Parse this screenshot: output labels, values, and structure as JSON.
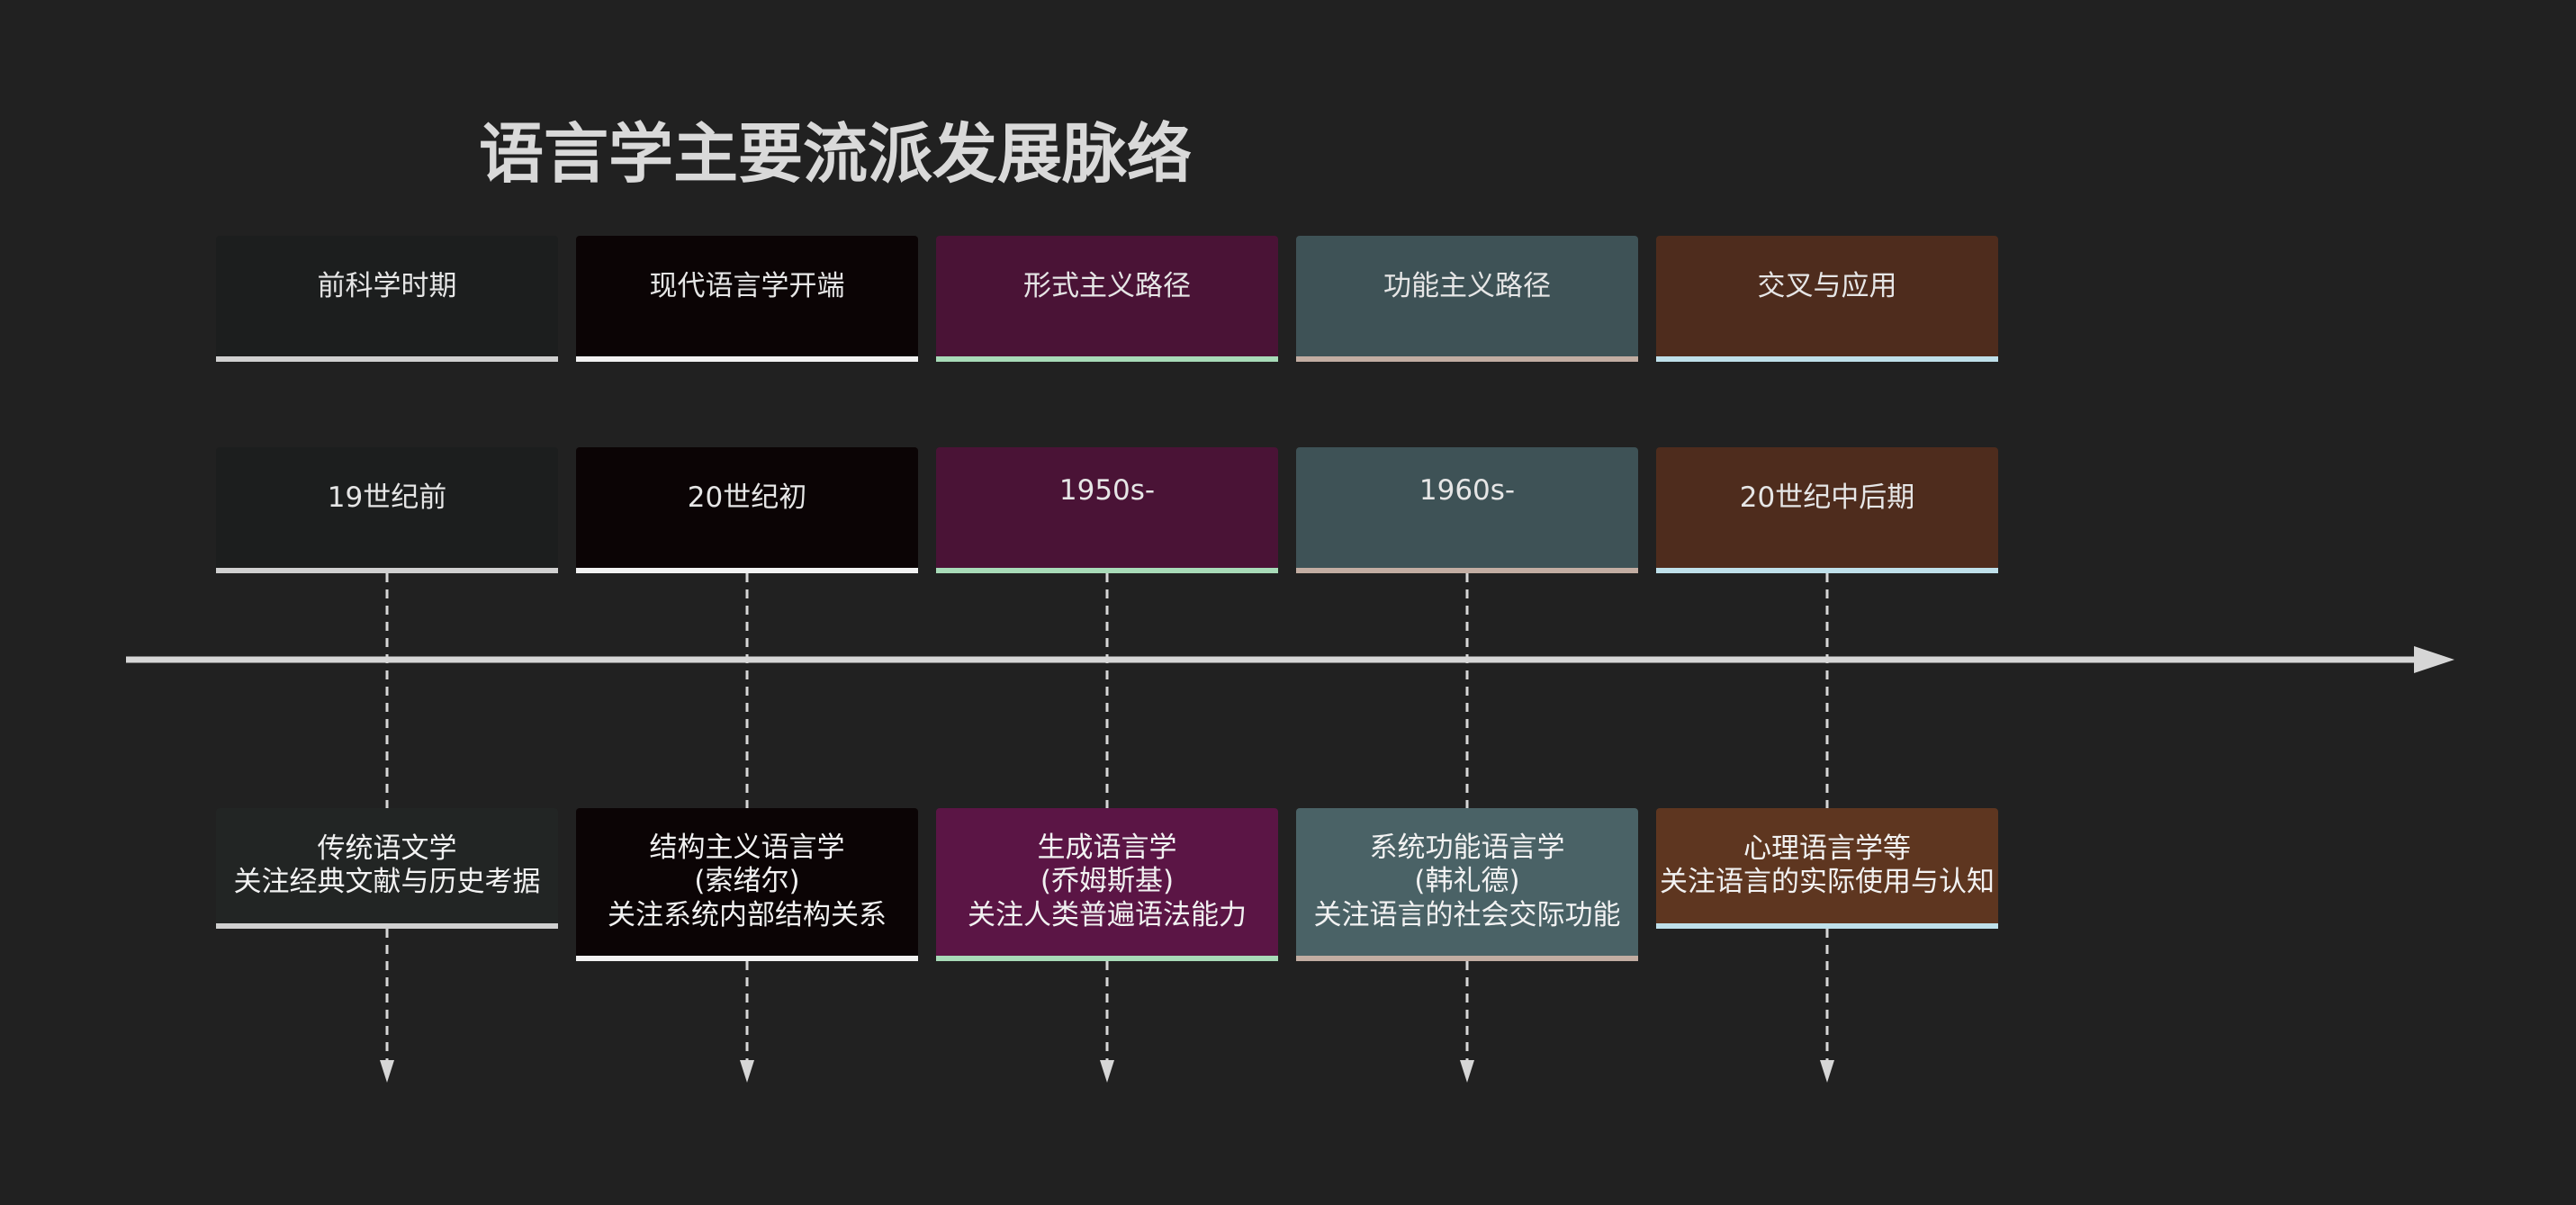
{
  "title": "语言学主要流派发展脉络",
  "stages": [
    {
      "category": "前科学时期",
      "period": "19世纪前",
      "school_lines": [
        "传统语文学",
        "关注经典文献与历史考据"
      ],
      "head_bg": "#1c1e1e",
      "school_bg": "#222524",
      "underline": "#d0d0d0"
    },
    {
      "category": "现代语言学开端",
      "period": "20世纪初",
      "school_lines": [
        "结构主义语言学",
        "(索绪尔)",
        "关注系统内部结构关系"
      ],
      "head_bg": "#0b0405",
      "school_bg": "#0b0405",
      "underline": "#f2f2f2"
    },
    {
      "category": "形式主义路径",
      "period": "1950s-",
      "school_lines": [
        "生成语言学",
        "(乔姆斯基)",
        "关注人类普遍语法能力"
      ],
      "head_bg": "#4a1336",
      "school_bg": "#5b1545",
      "underline": "#a8dbb8"
    },
    {
      "category": "功能主义路径",
      "period": "1960s-",
      "school_lines": [
        "系统功能语言学",
        "(韩礼德)",
        "关注语言的社会交际功能"
      ],
      "head_bg": "#3e5256",
      "school_bg": "#4a6266",
      "underline": "#c2ada2"
    },
    {
      "category": "交叉与应用",
      "period": "20世纪中后期",
      "school_lines": [
        "心理语言学等",
        "关注语言的实际使用与认知"
      ],
      "head_bg": "#4e2c1d",
      "school_bg": "#5e3620",
      "underline": "#bfe0ea"
    }
  ],
  "colors": {
    "background": "#212121",
    "axis": "#d6d6d6",
    "connector": "#d6d6d6"
  }
}
